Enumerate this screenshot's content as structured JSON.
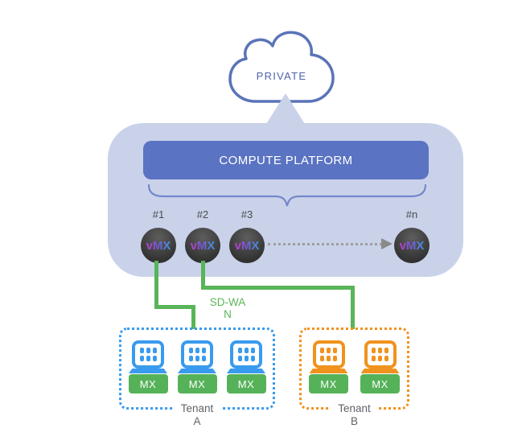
{
  "cloud": {
    "label": "PRIVATE"
  },
  "platform": {
    "title": "COMPUTE PLATFORM",
    "nodes": [
      {
        "id": "#1",
        "name": "vMX"
      },
      {
        "id": "#2",
        "name": "vMX"
      },
      {
        "id": "#3",
        "name": "vMX"
      },
      {
        "id": "#n",
        "name": "vMX"
      }
    ]
  },
  "link": {
    "label_line1": "SD-WA",
    "label_line2": "N"
  },
  "tenants": [
    {
      "name": "Tenant",
      "suffix": "A",
      "accent": "#399bee",
      "devices": [
        {
          "label": "MX"
        },
        {
          "label": "MX"
        },
        {
          "label": "MX"
        }
      ]
    },
    {
      "name": "Tenant",
      "suffix": "B",
      "accent": "#f0921e",
      "devices": [
        {
          "label": "MX"
        },
        {
          "label": "MX"
        }
      ]
    }
  ],
  "colors": {
    "panel": "#cad2ea",
    "compute_box": "#5a73c2",
    "cloud_stroke": "#5a74b8",
    "sdwan_green": "#58b558",
    "mx_green": "#56b259",
    "node_fill": "#3c3c3c",
    "connector_gray": "#9e9e9e"
  }
}
